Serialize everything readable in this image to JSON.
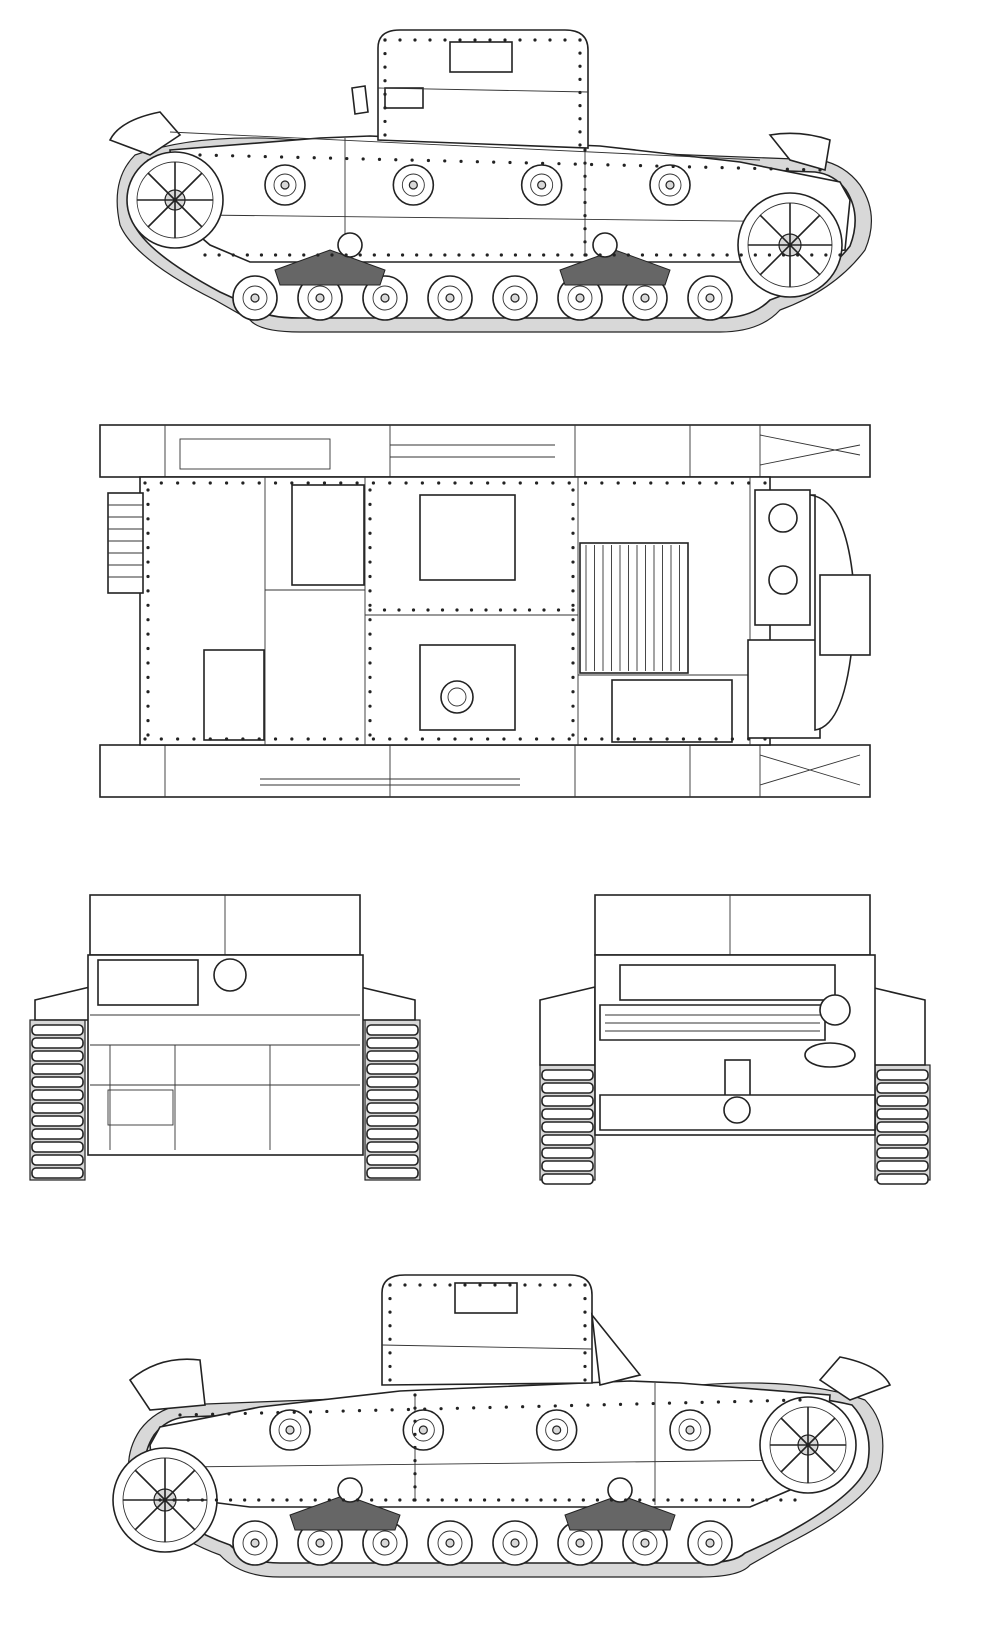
{
  "drawing": {
    "views": [
      {
        "id": "side-left",
        "kind": "side",
        "facing": "right"
      },
      {
        "id": "top",
        "kind": "plan"
      },
      {
        "id": "front",
        "kind": "front"
      },
      {
        "id": "rear",
        "kind": "rear"
      },
      {
        "id": "side-right",
        "kind": "side",
        "facing": "left"
      }
    ],
    "line_color": "#222222",
    "background": "#ffffff",
    "road_wheels_per_side": 8,
    "return_rollers_per_side": 4
  }
}
